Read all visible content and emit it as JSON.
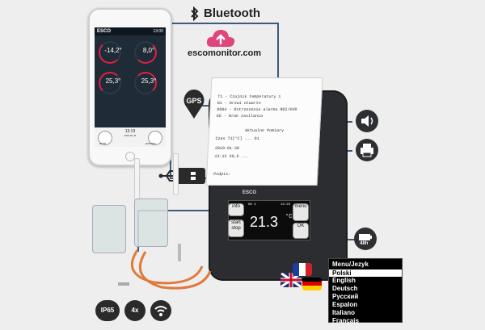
{
  "bluetooth": {
    "label": "Bluetooth"
  },
  "cloud": {
    "label": "escomonitor.com"
  },
  "gps": {
    "label": "GPS"
  },
  "phone": {
    "brand": "ESCO",
    "status_right": "13:00",
    "tiles": [
      "-14,2°",
      "8,0°",
      "25,3°",
      "25,3°"
    ],
    "mid_line1": "13:13",
    "mid_line2": "2019-01-11",
    "btn_left": "STOP",
    "btn_right": "HISTORY"
  },
  "paper": {
    "lines": [
      "T1 - Czujnik temperatury 1",
      "D1 - Drzwi otwarte",
      "DO04 - Ostrzezenie alarmu ROI/KVO",
      "EE - Brak zasilania",
      "Aktualne Pomiary",
      "Czas  T1[°C]       ...       D1",
      "          2019-01-30",
      "13:13   20,6       ...        ",
      "Podpis:"
    ]
  },
  "lcd": {
    "brand": "ESCO",
    "temp": "21.3",
    "unit": "°C",
    "time": "13:23",
    "ch": "ON 4",
    "info": "info",
    "menu": "menu",
    "start": "start",
    "stop": "stop",
    "ok": "OK"
  },
  "battery": {
    "label": "48h"
  },
  "badges": {
    "ip": "IP65",
    "count": "4x"
  },
  "menu": {
    "header": "Menu/Jezyk",
    "selected": "Polski",
    "options": [
      "English",
      "Deutsch",
      "Русский",
      "Espalon",
      "Italiano",
      "Francais"
    ]
  },
  "colors": {
    "line": "#3d5a7a",
    "accent": "#e07a3a",
    "cloud": "#e0457b"
  }
}
